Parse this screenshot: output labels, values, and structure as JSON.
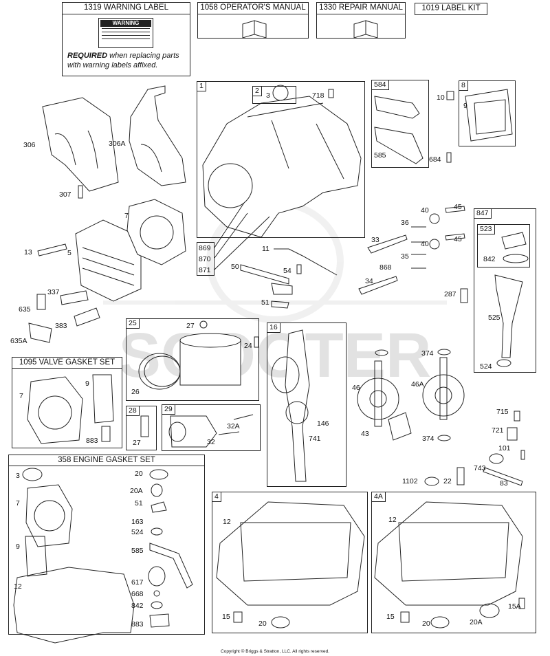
{
  "kits": {
    "warning_label": "1319 WARNING LABEL",
    "operators_manual": "1058 OPERATOR'S MANUAL",
    "repair_manual": "1330 REPAIR MANUAL",
    "label_kit": "1019 LABEL KIT",
    "warning_badge": "WARNING",
    "warning_required": "REQUIRED",
    "warning_text": "when replacing parts with warning labels affixed."
  },
  "sets": {
    "valve_gasket": "1095 VALVE GASKET SET",
    "engine_gasket": "358 ENGINE GASKET SET"
  },
  "groups": [
    "1",
    "2",
    "584",
    "8",
    "847",
    "523",
    "25",
    "16",
    "28",
    "29",
    "4",
    "4A"
  ],
  "callouts": {
    "c306": "306",
    "c306A": "306A",
    "c307": "307",
    "c7": "7",
    "c13": "13",
    "c5": "5",
    "c337": "337",
    "c635": "635",
    "c383": "383",
    "c635A": "635A",
    "c3": "3",
    "c718": "718",
    "c869": "869",
    "c870": "870",
    "c871": "871",
    "c11": "11",
    "c50": "50",
    "c54": "54",
    "c51": "51",
    "c585": "585",
    "c684": "684",
    "c10": "10",
    "c9": "9",
    "c40a": "40",
    "c45a": "45",
    "c36": "36",
    "c33": "33",
    "c40b": "40",
    "c45b": "45",
    "c35": "35",
    "c868": "868",
    "c34": "34",
    "c287": "287",
    "c842": "842",
    "c525": "525",
    "c524": "524",
    "c27": "27",
    "c26": "26",
    "c24": "24",
    "c374a": "374",
    "c46": "46",
    "c46A": "46A",
    "c146": "146",
    "c741": "741",
    "c43": "43",
    "c374b": "374",
    "c715": "715",
    "c721": "721",
    "c101": "101",
    "c743": "743",
    "c1102": "1102",
    "c22": "22",
    "c83": "83",
    "v7": "7",
    "v9": "9",
    "v883": "883",
    "c27b": "27",
    "c32A": "32A",
    "c32": "32",
    "e3": "3",
    "e20": "20",
    "e20A": "20A",
    "e7": "7",
    "e51": "51",
    "e163": "163",
    "e524": "524",
    "e9": "9",
    "e585": "585",
    "e12": "12",
    "e617": "617",
    "e668": "668",
    "e842": "842",
    "e883": "883",
    "s12": "12",
    "s15": "15",
    "s20": "20",
    "t12": "12",
    "t15": "15",
    "t20": "20",
    "t20A": "20A",
    "t15A": "15A"
  },
  "watermark": "SCOOTER",
  "copyright": "Copyright © Briggs & Stratton, LLC. All rights reserved."
}
